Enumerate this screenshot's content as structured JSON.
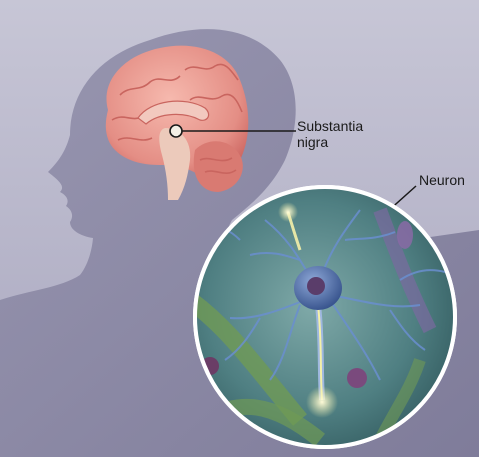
{
  "labels": {
    "substantia_line1": "Substantia",
    "substantia_line2": "nigra",
    "neuron": "Neuron"
  },
  "colors": {
    "background": "#b9b8cb",
    "head_silhouette": "#8e8ca6",
    "brain": "#e99a8f",
    "brain_shadow": "#c9655f",
    "inset_fill": "#3a6f73",
    "inset_border": "#ffffff",
    "neuron_body": "#4b6fa8",
    "axon_glow": "#f4f0a8"
  }
}
